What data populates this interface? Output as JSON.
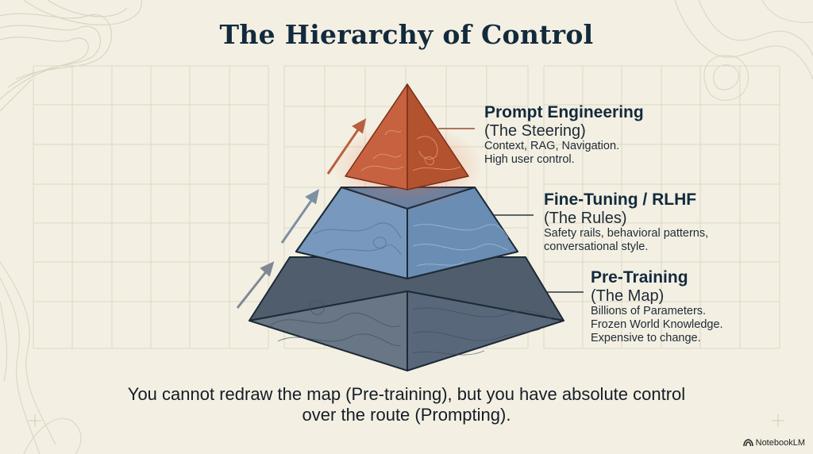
{
  "title": "The Hierarchy of Control",
  "layers": [
    {
      "name": "Prompt Engineering",
      "subtitle": "(The Steering)",
      "description": [
        "Context, RAG, Navigation.",
        "High user control."
      ],
      "color": "#c0583a"
    },
    {
      "name": "Fine-Tuning / RLHF",
      "subtitle": "(The Rules)",
      "description": [
        "Safety rails, behavioral patterns,",
        "conversational style."
      ],
      "color": "#6a8db3"
    },
    {
      "name": "Pre-Training",
      "subtitle": "(The Map)",
      "description": [
        "Billions of Parameters.",
        "Frozen World Knowledge.",
        "Expensive to change."
      ],
      "color": "#5f6e80"
    }
  ],
  "caption": [
    "You cannot redraw the map (Pre-training), but you have absolute control",
    "over the route (Prompting)."
  ],
  "brand": "NotebookLM",
  "colors": {
    "background": "#f3f0e3",
    "title": "#132a3c",
    "accent": "#c0583a",
    "grid": "#dcd8c6"
  }
}
